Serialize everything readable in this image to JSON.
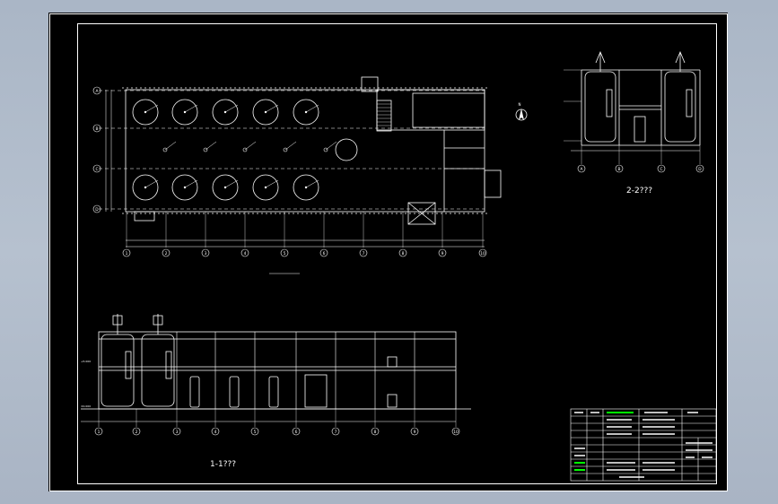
{
  "plan": {
    "grid_cols": [
      "1",
      "2",
      "3",
      "4",
      "5",
      "6",
      "7",
      "8",
      "9",
      "10"
    ],
    "grid_rows": [
      "A",
      "B",
      "C",
      "D"
    ],
    "north_label": "N"
  },
  "section_1": {
    "title": "1-1???",
    "grid_cols": [
      "1",
      "2",
      "3",
      "4",
      "5",
      "6",
      "7",
      "8",
      "9",
      "10"
    ],
    "elevation_labels": [
      "±0.000",
      "+5.000"
    ]
  },
  "section_2": {
    "title": "2-2???",
    "grid_cols": [
      "A",
      "B",
      "C",
      "D"
    ]
  },
  "colors": {
    "page_bg": "#aab6c6",
    "sheet_bg": "#000000",
    "line": "#ffffff",
    "title_green": "#00ff00"
  }
}
